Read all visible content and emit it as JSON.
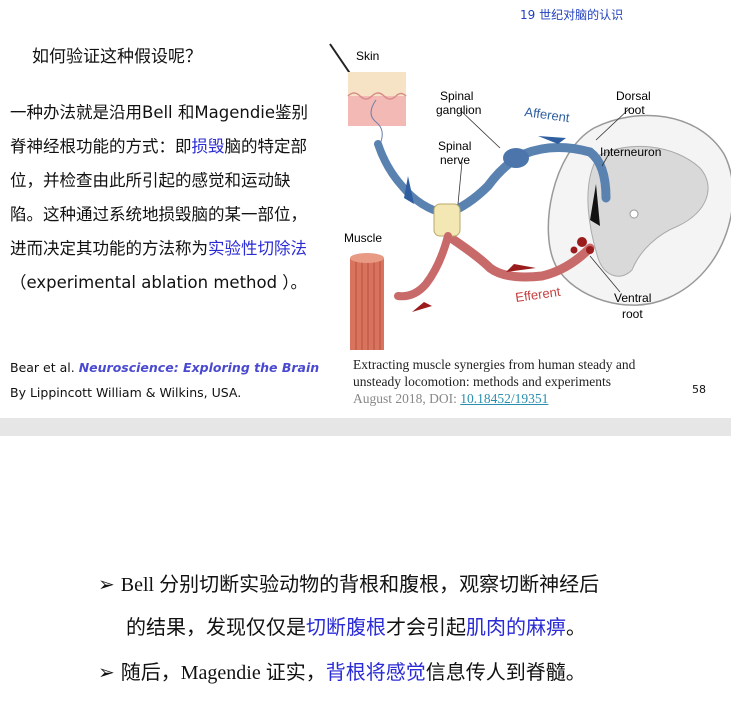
{
  "slide1": {
    "chapter_label": "19  世纪对脑的认识",
    "question": "如何验证这种假设呢？",
    "body": {
      "part1": "一种办法就是沿用Bell 和Magendie鉴别脊神经根功能的方式：即",
      "hl1": "损毁",
      "part2": "脑的特定部位，并检查由此所引起的感觉和运动缺陷。这种通过系统地损毁脑的某一部位，进而决定其功能的方法称为",
      "hl2": "实验性切除法",
      "part3": "（experimental ablation method ）。"
    },
    "reference": {
      "author": "Bear et al.",
      "book": "Neuroscience: Exploring the Brain",
      "publisher": "By Lippincott William & Wilkins, USA."
    },
    "figure_labels": {
      "skin": "Skin",
      "spinal_ganglion_1": "Spinal",
      "spinal_ganglion_2": "ganglion",
      "afferent": "Afferent",
      "dorsal_root_1": "Dorsal",
      "dorsal_root_2": "root",
      "spinal_nerve_1": "Spinal",
      "spinal_nerve_2": "nerve",
      "interneuron": "Interneuron",
      "muscle": "Muscle",
      "efferent": "Efferent",
      "ventral_root_1": "Ventral",
      "ventral_root_2": "root"
    },
    "caption": {
      "line1": "Extracting muscle synergies from human steady and",
      "line2": "unsteady locomotion: methods and experiments",
      "date": "August 2018, DOI: ",
      "doi": "10.18452/19351"
    },
    "page_number": "58"
  },
  "slide2": {
    "bullet_marker": "➢",
    "b1": {
      "t1": "Bell 分别切断实验动物的背根和腹根，观察切断神经后",
      "t2": "的结果，发现仅仅是",
      "hl1": "切断腹根",
      "t3": "才会引起",
      "hl2": "肌肉的麻痹",
      "t4": "。"
    },
    "b2": {
      "t1": "随后，Magendie 证实，",
      "hl": "背根将感觉",
      "t2": "信息传人到脊髓。"
    }
  },
  "colors": {
    "highlight": "#2b2bd6",
    "afferent_nerve": "#5a82b0",
    "efferent_nerve": "#c96a6a",
    "muscle": "#d9735e",
    "divider": "#e6e6e6"
  }
}
